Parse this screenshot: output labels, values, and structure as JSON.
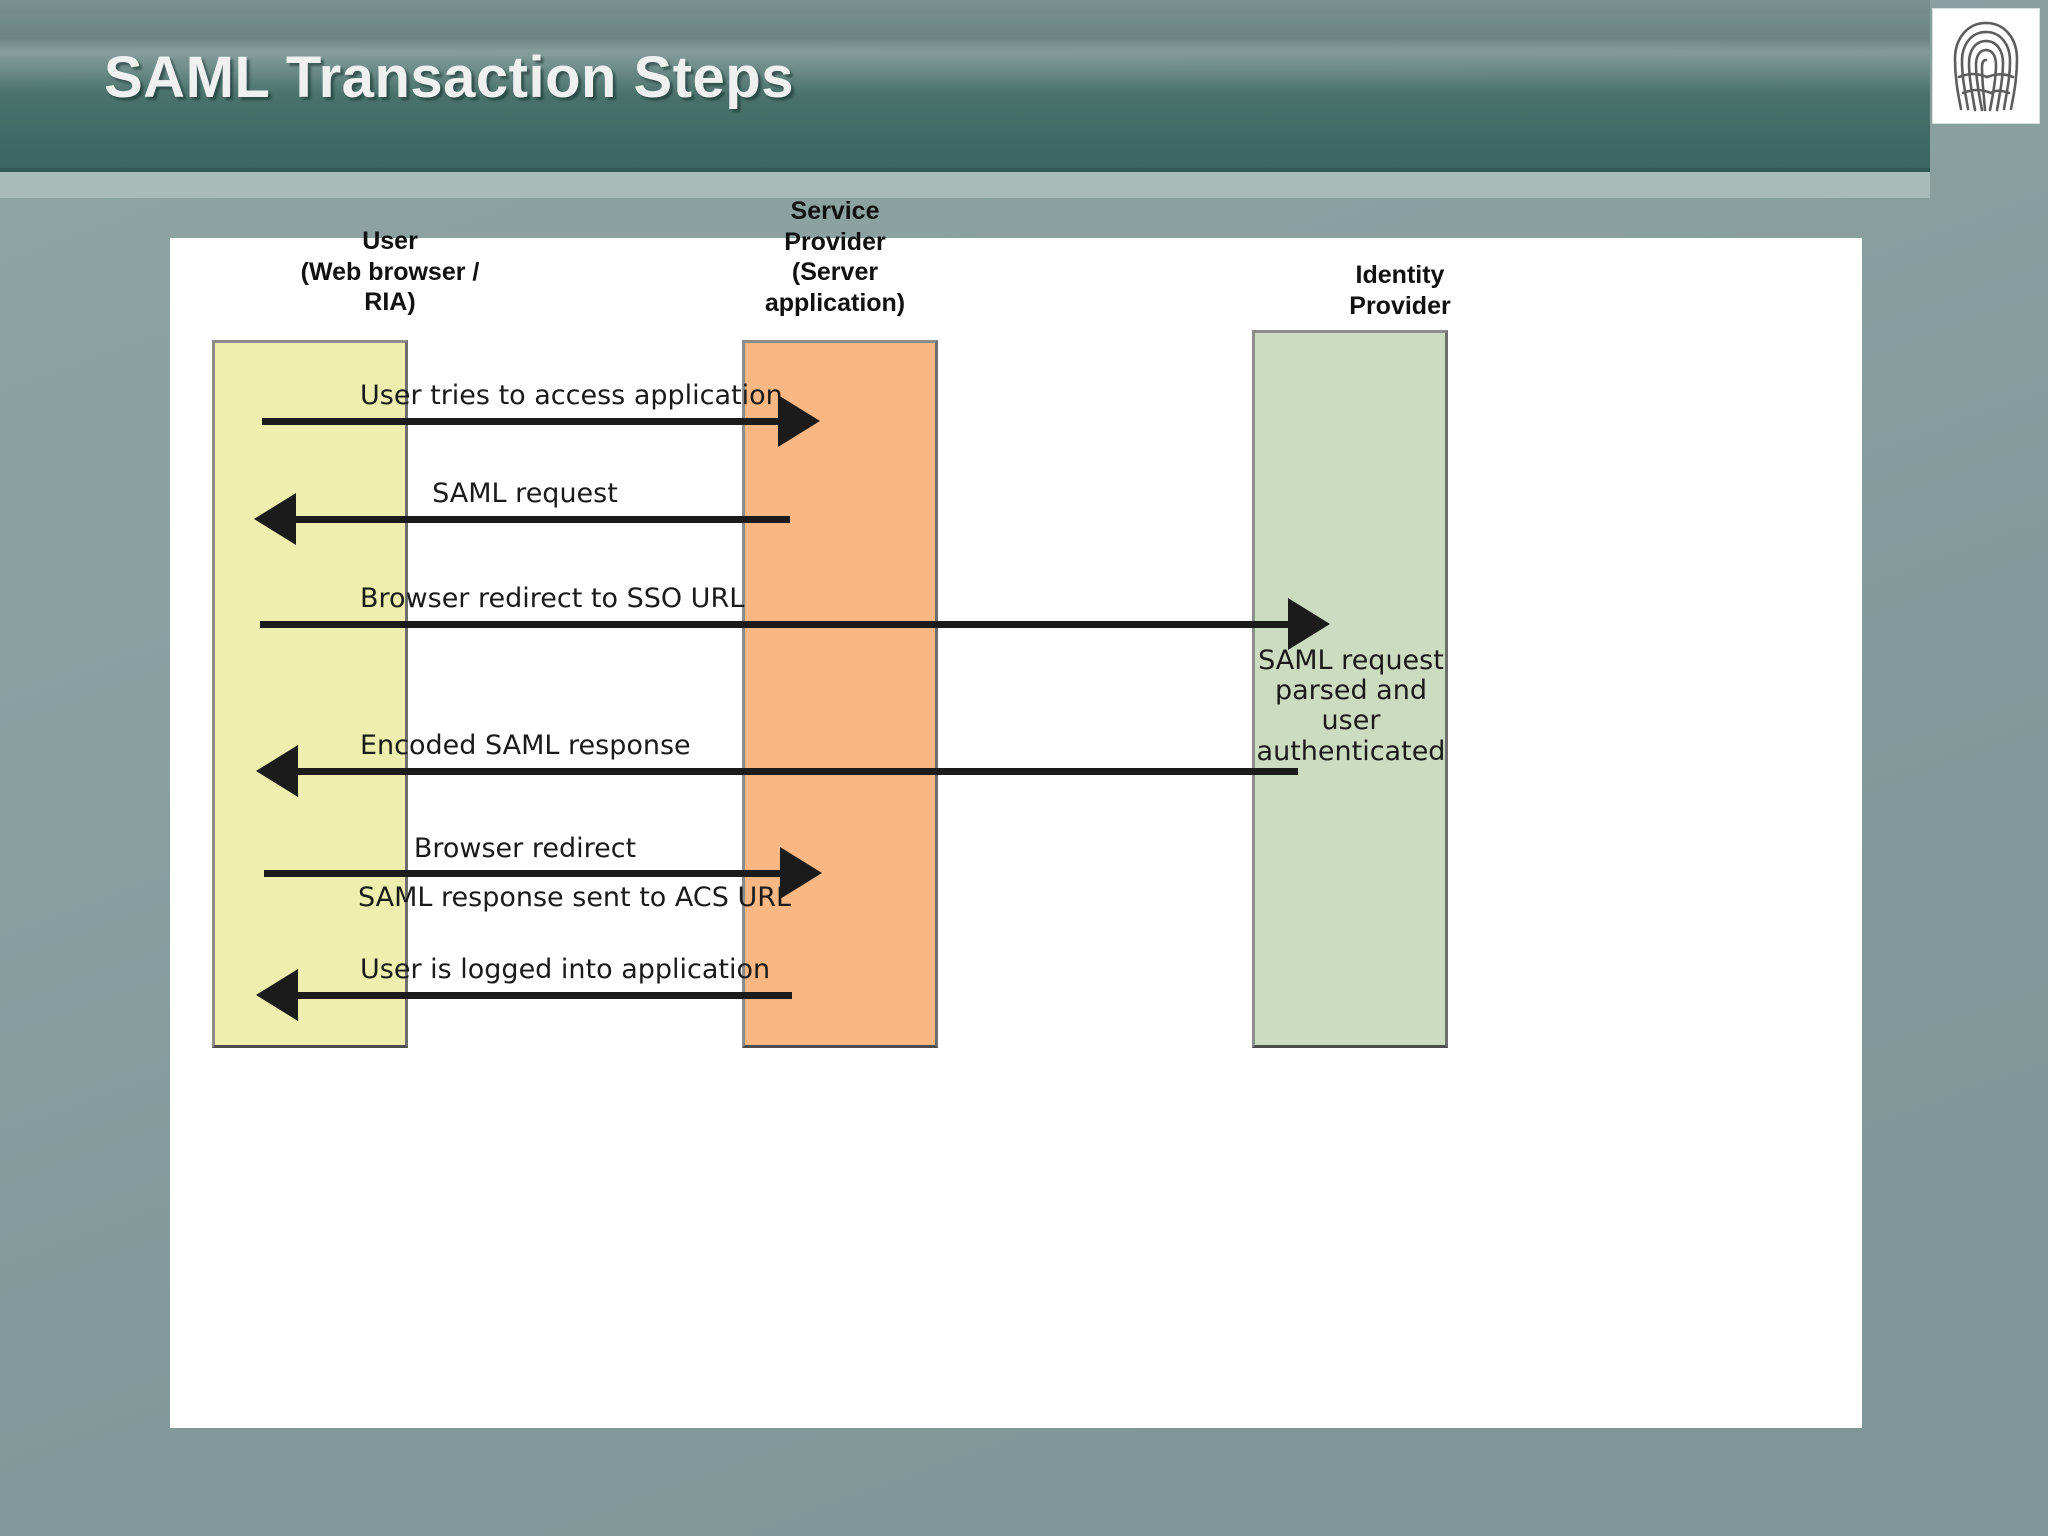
{
  "slide": {
    "title": "SAML Transaction Steps",
    "logo_icon": "fingerprint-icon",
    "background_color": "#87a0a0",
    "banner_gradient_top": "#7b908e",
    "banner_gradient_bottom": "#3a665f",
    "title_color": "#eef1f0"
  },
  "diagram": {
    "type": "sequence-diagram",
    "card_background": "#ffffff",
    "actors": [
      {
        "id": "user",
        "header": "User\n(Web browser /\nRIA)",
        "color": "#eeefae"
      },
      {
        "id": "service-provider",
        "header": "Service\nProvider\n(Server\napplication)",
        "color": "#f9b883"
      },
      {
        "id": "identity-provider",
        "header": "Identity\nProvider",
        "color": "#ccdcc1"
      }
    ],
    "messages": [
      {
        "id": "msg-1",
        "label": "User tries to access application",
        "from": "user",
        "to": "service-provider",
        "direction": "right"
      },
      {
        "id": "msg-2",
        "label": "SAML request",
        "from": "service-provider",
        "to": "user",
        "direction": "left"
      },
      {
        "id": "msg-3",
        "label": "Browser redirect to SSO URL",
        "from": "user",
        "to": "identity-provider",
        "direction": "right"
      },
      {
        "id": "msg-4",
        "label": "Encoded SAML response",
        "from": "identity-provider",
        "to": "user",
        "direction": "left"
      },
      {
        "id": "msg-5",
        "label": "Browser redirect",
        "sublabel": "SAML response sent to ACS URL",
        "from": "user",
        "to": "service-provider",
        "direction": "right"
      },
      {
        "id": "msg-6",
        "label": "User is logged into application",
        "from": "service-provider",
        "to": "user",
        "direction": "left"
      }
    ],
    "notes": [
      {
        "id": "idp-note",
        "actor": "identity-provider",
        "text": "SAML request\nparsed and\nuser\nauthenticated"
      }
    ]
  }
}
